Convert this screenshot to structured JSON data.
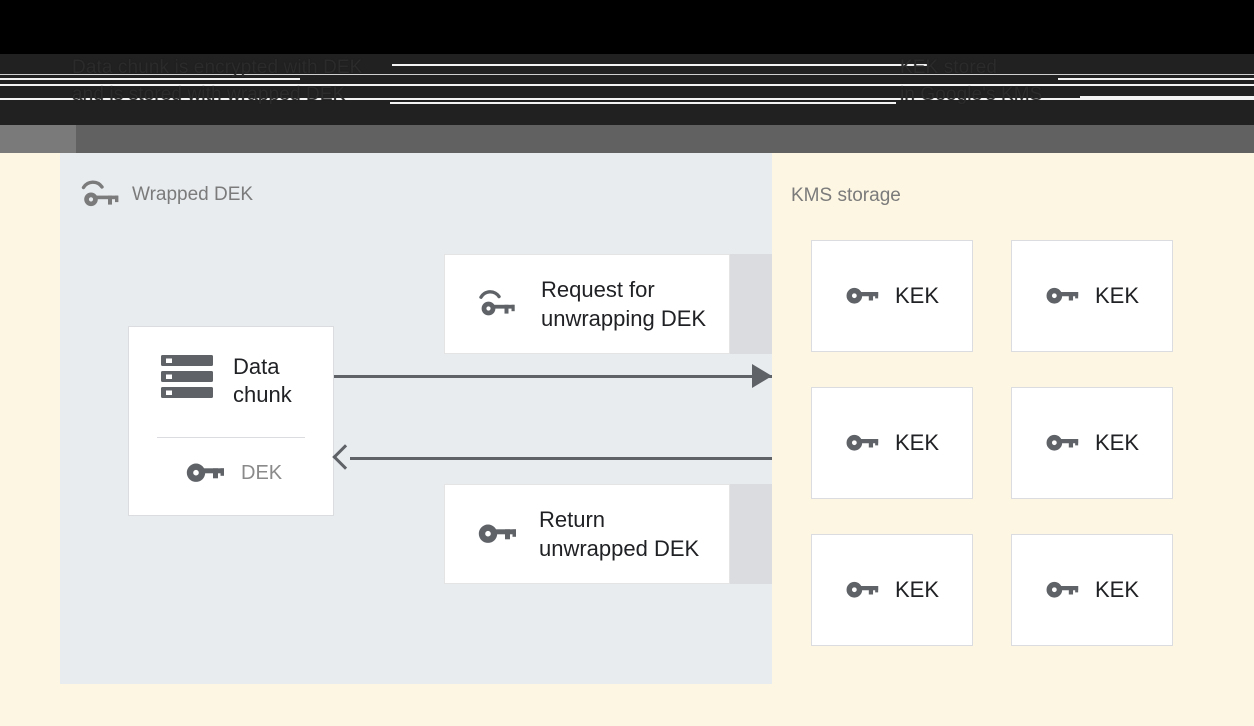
{
  "header": {
    "caption_left": "Data chunk is encrypted with DEK\nand is stored with wrapped DEK",
    "caption_right": "KEK stored\nin Google's KMS"
  },
  "left_panel": {
    "title": "Wrapped DEK",
    "title_icon": "wrapped-key-icon",
    "data_chunk_card": {
      "icon": "server-icon",
      "label": "Data\nchunk",
      "dek": {
        "icon": "key-icon",
        "label": "DEK"
      }
    },
    "messages": [
      {
        "id": "request",
        "icon": "wrapped-key-icon",
        "label": "Request for\nunwrapping DEK"
      },
      {
        "id": "return",
        "icon": "key-icon",
        "label": "Return\nunwrapped DEK"
      }
    ],
    "arrows": [
      {
        "id": "arrow-to-kms",
        "direction": "right",
        "head": "filled"
      },
      {
        "id": "arrow-from-kms",
        "direction": "left",
        "head": "chevron"
      }
    ]
  },
  "right_panel": {
    "title": "KMS storage",
    "kek_cards": [
      {
        "icon": "key-icon",
        "label": "KEK"
      },
      {
        "icon": "key-icon",
        "label": "KEK"
      },
      {
        "icon": "key-icon",
        "label": "KEK"
      },
      {
        "icon": "key-icon",
        "label": "KEK"
      },
      {
        "icon": "key-icon",
        "label": "KEK"
      },
      {
        "icon": "key-icon",
        "label": "KEK"
      }
    ]
  },
  "colors": {
    "page_background": "#fdf6e3",
    "left_panel_background": "#e8ecef",
    "right_panel_background": "#fdf6e3",
    "card_background": "#ffffff",
    "card_border": "#dadce0",
    "card_shadow": "#dadce0",
    "icon_gray": "#5f6368",
    "text_primary": "#202124",
    "text_muted": "#7b7b7b",
    "arrow": "#5f6368",
    "header_black": "#000000",
    "header_dark": "#212121",
    "header_gray": "#616161"
  }
}
